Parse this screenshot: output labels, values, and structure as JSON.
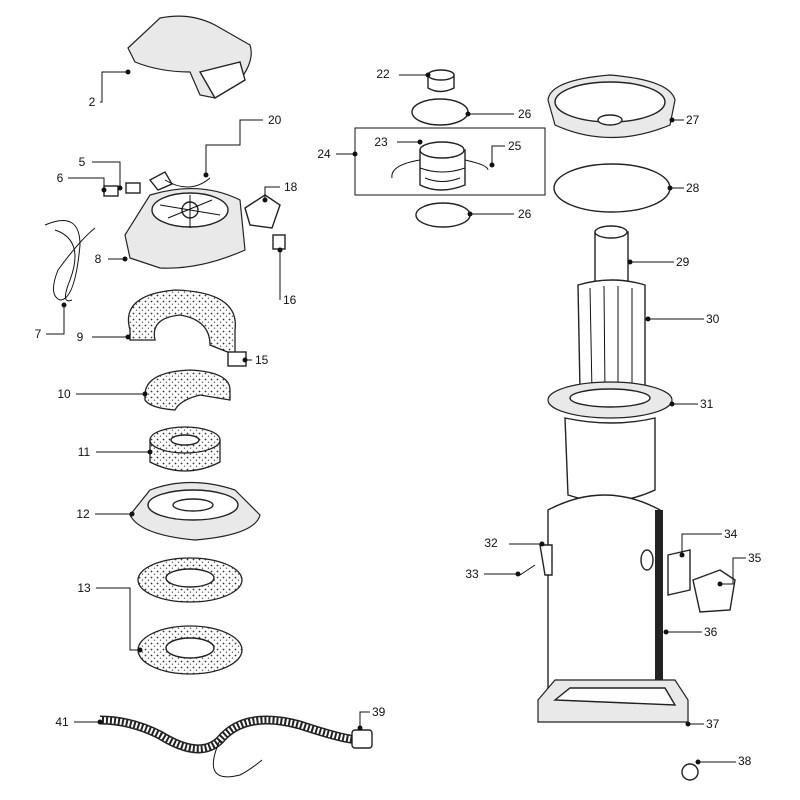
{
  "title": "Vacuum exploded parts diagram",
  "callouts": [
    "2",
    "20",
    "5",
    "6",
    "18",
    "8",
    "16",
    "7",
    "9",
    "15",
    "10",
    "11",
    "12",
    "13",
    "41",
    "39",
    "22",
    "26",
    "24",
    "23",
    "25",
    "26",
    "27",
    "28",
    "29",
    "30",
    "31",
    "32",
    "33",
    "34",
    "35",
    "36",
    "37",
    "38"
  ]
}
